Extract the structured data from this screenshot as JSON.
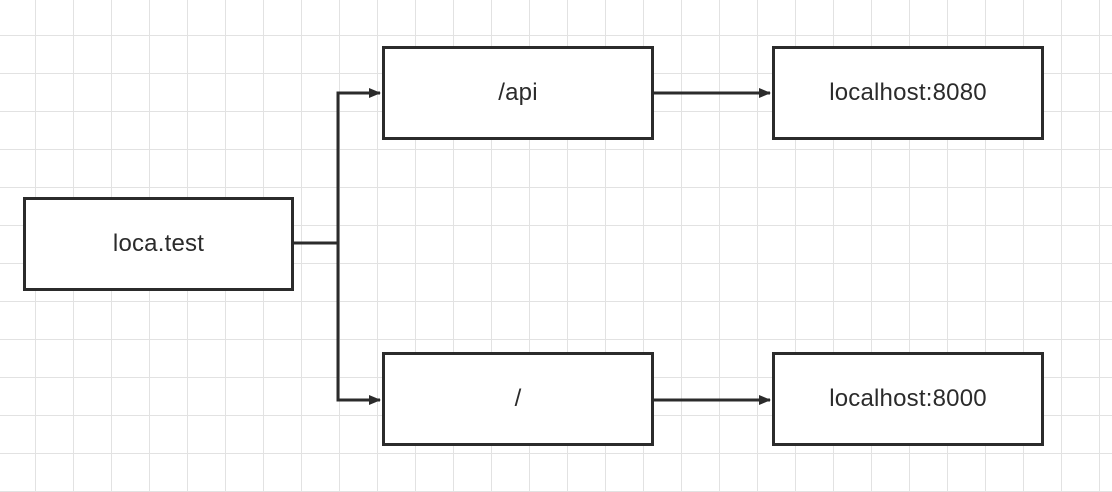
{
  "nodes": {
    "root": "loca.test",
    "api_path": "/api",
    "root_path": "/",
    "api_target": "localhost:8080",
    "root_target": "localhost:8000"
  },
  "edges": [
    {
      "from": "loca.test",
      "to": "/api"
    },
    {
      "from": "loca.test",
      "to": "/"
    },
    {
      "from": "/api",
      "to": "localhost:8080"
    },
    {
      "from": "/",
      "to": "localhost:8000"
    }
  ],
  "colors": {
    "stroke": "#2b2b2b",
    "grid": "#e2e2e2",
    "background": "#ffffff"
  }
}
